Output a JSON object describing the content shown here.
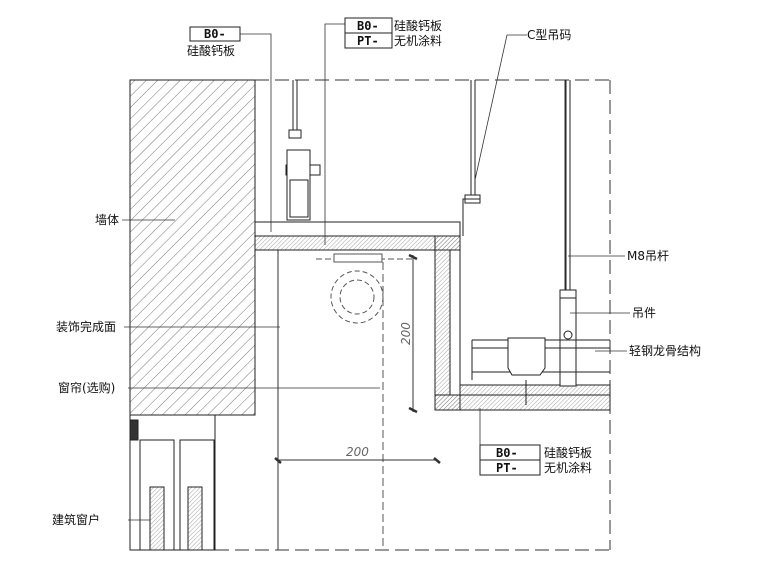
{
  "labels": {
    "wall": "墙体",
    "finish_surface": "装饰完成面",
    "curtain": "窗帘(选购)",
    "window": "建筑窗户",
    "c_hanger": "C型吊码",
    "m8_rod": "M8吊杆",
    "hanger": "吊件",
    "light_steel": "轻钢龙骨结构"
  },
  "tags": [
    {
      "code1": "B0-",
      "text1": "硅酸钙板"
    },
    {
      "code1": "B0-",
      "text1": "硅酸钙板",
      "code2": "PT-",
      "text2": "无机涂料"
    },
    {
      "code1": "B0-",
      "text1": "硅酸钙板",
      "code2": "PT-",
      "text2": "无机涂料"
    }
  ],
  "dimensions": {
    "vertical": "200",
    "horizontal": "200"
  }
}
